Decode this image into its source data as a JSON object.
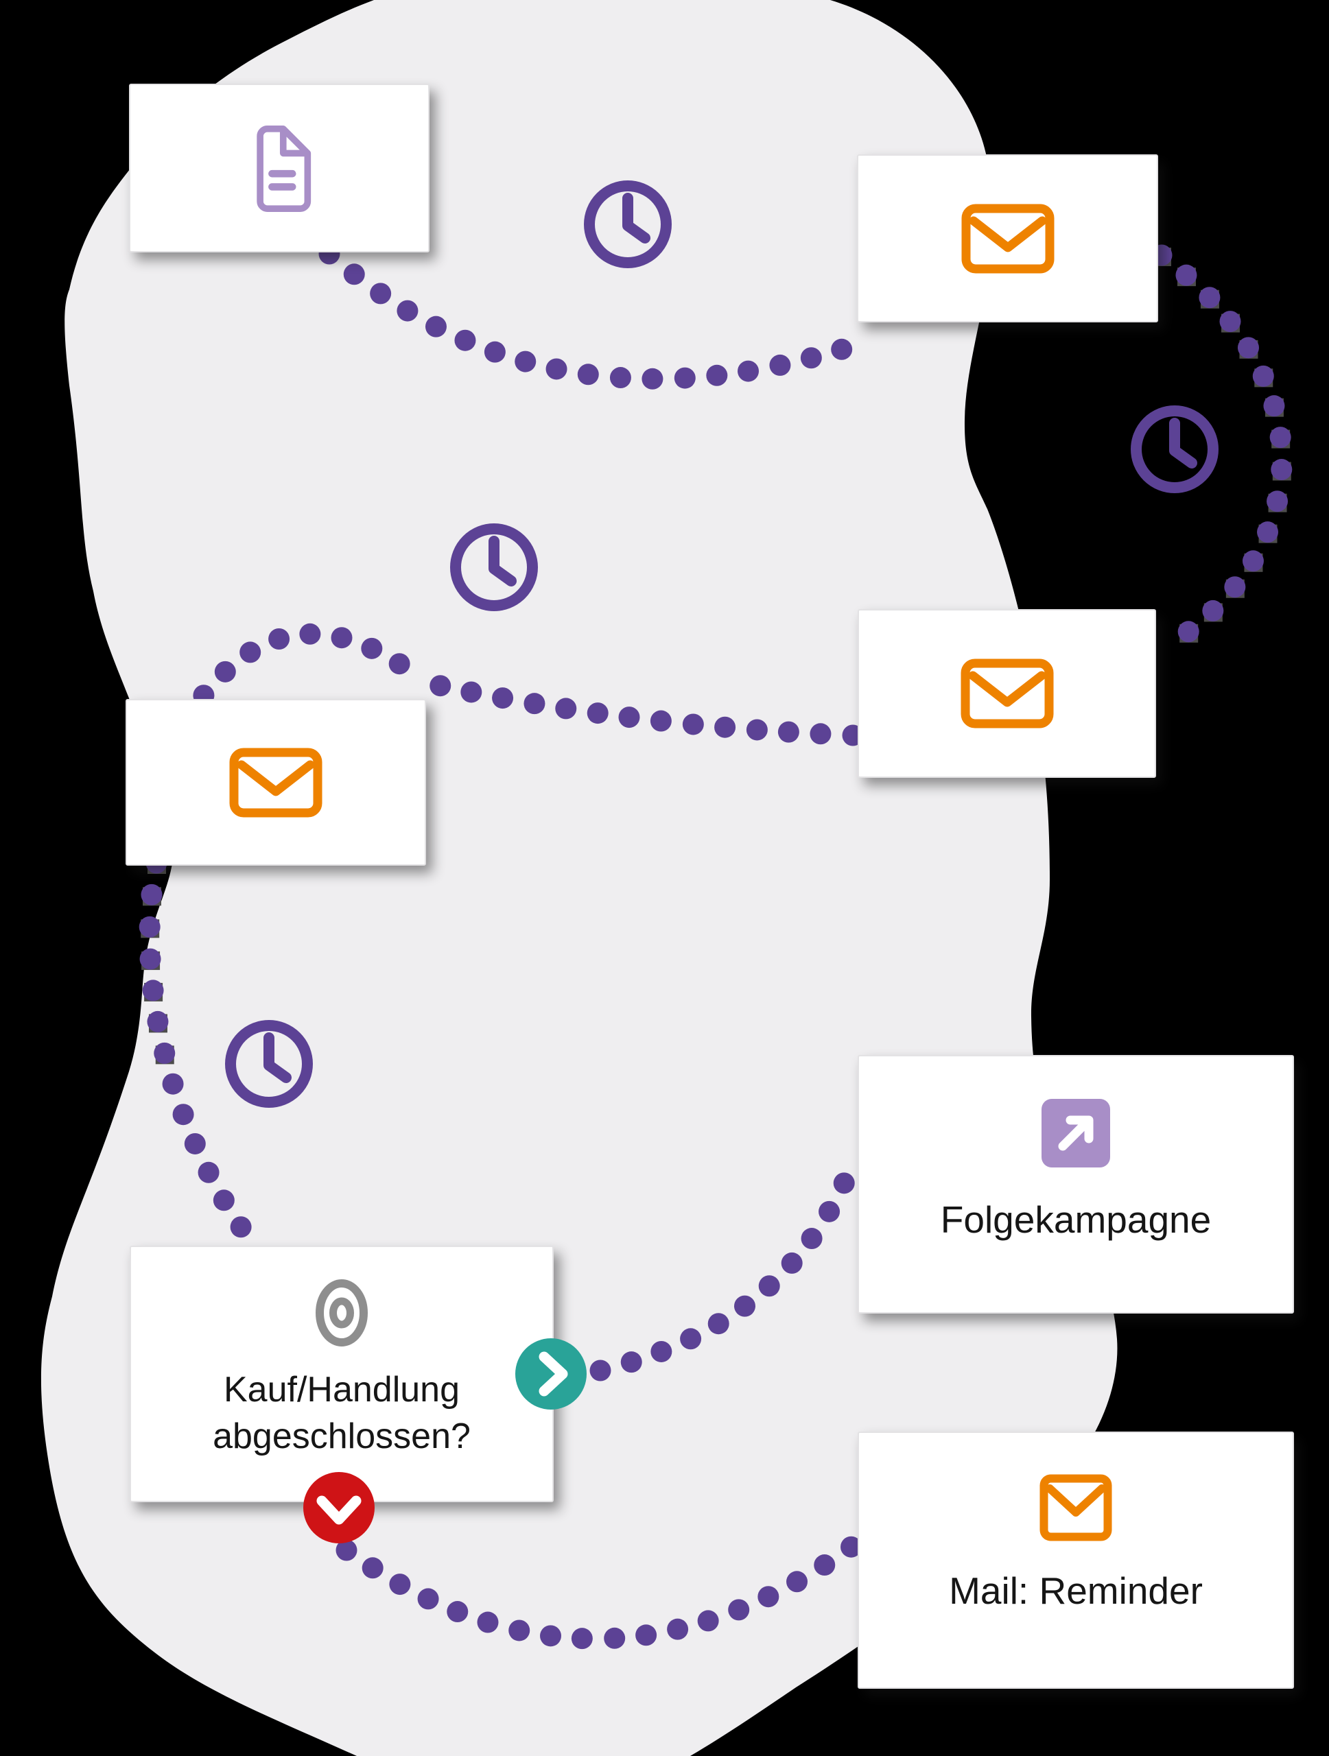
{
  "canvas": {
    "background": "#000000",
    "blob_fill": "#efeef0"
  },
  "palette": {
    "purple": "#5c4295",
    "light_purple": "#a88ec7",
    "orange": "#ee8200",
    "teal": "#29a398",
    "red": "#cf1316",
    "icon_gray": "#8e8e8e",
    "text": "#161616",
    "card_bg": "#ffffff",
    "dot_shadow": "#4d4d4c"
  },
  "cards": {
    "document": {
      "icon": "document-icon"
    },
    "mail_top_right": {
      "icon": "envelope-icon"
    },
    "mail_mid_right": {
      "icon": "envelope-icon"
    },
    "mail_mid_left": {
      "icon": "envelope-icon"
    },
    "folgekampagne": {
      "icon": "arrow-up-right-icon",
      "label": "Folgekampagne"
    },
    "decision": {
      "icon": "target-icon",
      "label_line1": "Kauf/Handlung",
      "label_line2": "abgeschlossen?"
    },
    "reminder": {
      "icon": "envelope-square-icon",
      "label": "Mail: Reminder"
    }
  },
  "badges": {
    "yes": {
      "icon": "chevron-right-icon",
      "color": "#29a398"
    },
    "no": {
      "icon": "chevron-down-icon",
      "color": "#cf1316"
    }
  },
  "decorations": {
    "clock_icon": "clock-icon",
    "clock_count": 4,
    "connector_style": "dotted-purple"
  }
}
